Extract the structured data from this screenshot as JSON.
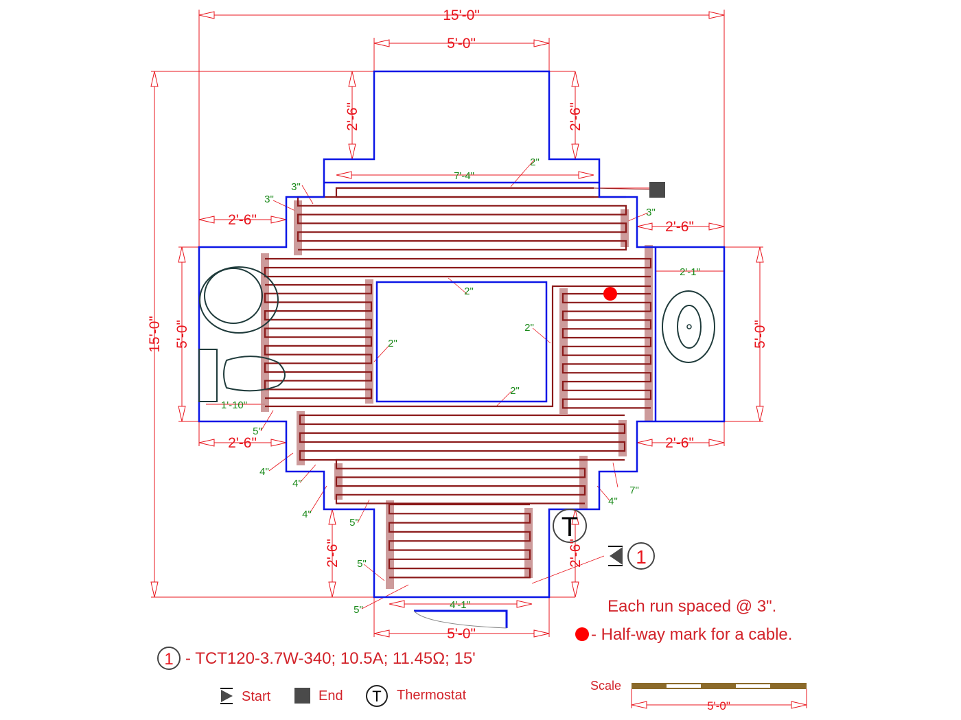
{
  "colors": {
    "wall": "#0b16e6",
    "cable": "#8b1a1a",
    "shade": "#c48a8a",
    "dimension": "#e8141c",
    "small_dimension": "#1a8a1a",
    "fixture": "#1f3b3b",
    "halfway": "#ff0000"
  },
  "dims_red": [
    "15'-0\"",
    "5'-0\"",
    "2'-6\"",
    "2'-6\"",
    "15'-0\"",
    "5'-0\"",
    "2'-6\"",
    "2'-6\"",
    "2'-6\"",
    "2'-6\"",
    "5'-0\"",
    "2'-6\"",
    "2'-6\"",
    "5'-0\""
  ],
  "dims_green": [
    "7'-4\"",
    "2\"",
    "3\"",
    "3\"",
    "3\"",
    "2'-1\"",
    "2\"",
    "2\"",
    "2\"",
    "2\"",
    "1'-10\"",
    "5\"",
    "4\"",
    "4\"",
    "7\"",
    "4\"",
    "4\"",
    "5\"",
    "5\"",
    "5\"",
    "4'-1\""
  ],
  "thermostat_symbol": "T",
  "cable_id": "1",
  "notes": {
    "spacing": "Each run spaced @ 3\".",
    "halfway": "- Half-way mark for a cable.",
    "cable_spec": "- TCT120-3.7W-340; 10.5A; 11.45Ω; 15'"
  },
  "legend": {
    "start": "Start",
    "end": "End",
    "thermostat": "Thermostat",
    "thermostat_symbol": "T",
    "scale": "Scale",
    "scale_length": "5'-0\""
  }
}
